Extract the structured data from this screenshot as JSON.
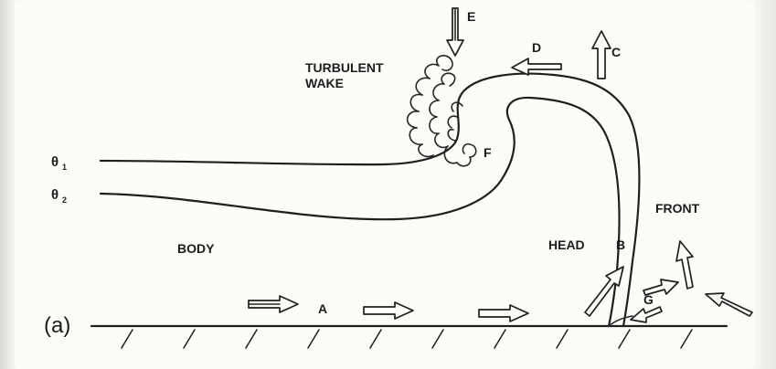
{
  "labels": {
    "A": "A",
    "B": "B",
    "C": "C",
    "D": "D",
    "E": "E",
    "F": "F",
    "G": "G",
    "turbulent": "TURBULENT",
    "wake": "WAKE",
    "front": "FRONT",
    "head": "HEAD",
    "body": "BODY",
    "theta1": "θ",
    "theta1_sub": "1",
    "theta2": "θ",
    "theta2_sub": "2",
    "panel": "(a)"
  }
}
